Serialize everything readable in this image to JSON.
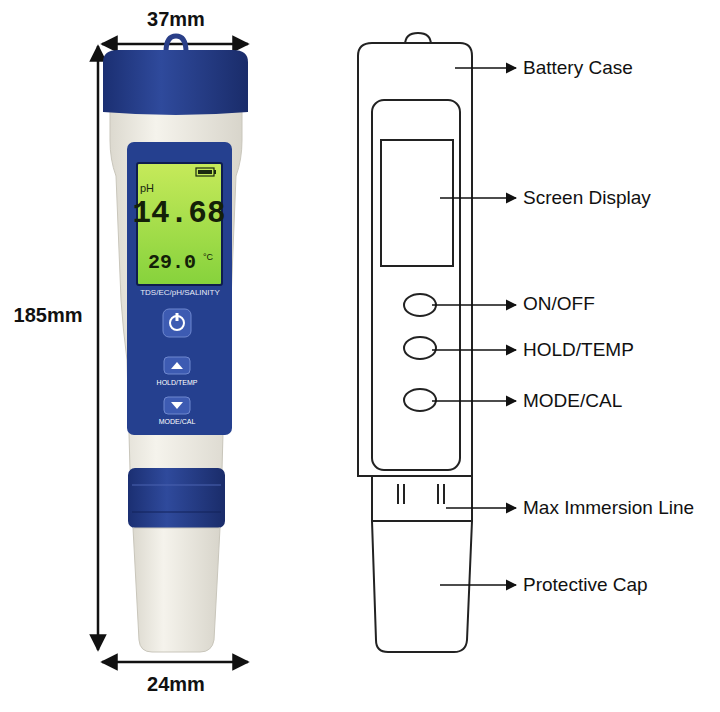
{
  "diagram": {
    "labels": [
      "37mm",
      "185mm",
      "24mm",
      "pH",
      "14.68",
      "29.0",
      "°C",
      "TDS/EC/pH/SALINITY",
      "HOLD/TEMP",
      "MODE/CAL",
      "Battery Case",
      "Screen Display",
      "ON/OFF",
      "HOLD/TEMP",
      "MODE/CAL",
      "Max Immersion Line",
      "Protective Cap"
    ]
  }
}
